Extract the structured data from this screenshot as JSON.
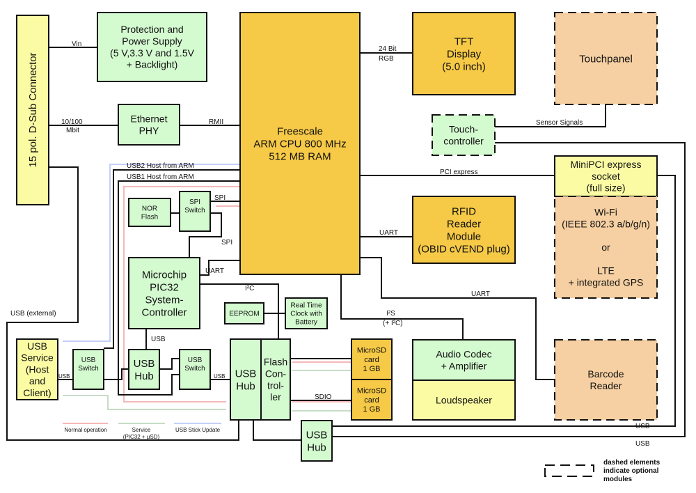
{
  "colors": {
    "cpu": "#f6c946",
    "yellow": "#fbfba4",
    "green": "#d4fad0",
    "peach": "#f6d0a2",
    "normal": "#f6b8b8",
    "service": "#c6dcc6",
    "stick": "#c4cff8"
  },
  "nodes": {
    "dsub": {
      "lines": [
        "15 pol. D-Sub Connector"
      ]
    },
    "power": {
      "lines": [
        "Protection and",
        "Power Supply",
        "(5 V,3.3 V and 1.5V",
        "+ Backlight)"
      ]
    },
    "ethernet": {
      "lines": [
        "Ethernet",
        "PHY"
      ]
    },
    "cpu": {
      "lines": [
        "Freescale",
        "ARM CPU 800 MHz",
        "512 MB RAM"
      ]
    },
    "tft": {
      "lines": [
        "TFT",
        "Display",
        "(5.0 inch)"
      ]
    },
    "touchpanel": {
      "lines": [
        "Touchpanel"
      ]
    },
    "touchctrl": {
      "lines": [
        "Touch-",
        "controller"
      ]
    },
    "minipci": {
      "lines": [
        "MiniPCI express",
        "socket",
        "(full size)"
      ]
    },
    "wifi": {
      "lines": [
        "Wi-Fi",
        "(IEEE 802.3 a/b/g/n)",
        "",
        "or",
        "",
        "LTE",
        "+ integrated GPS"
      ]
    },
    "rfid": {
      "lines": [
        "RFID",
        "Reader",
        "Module",
        "(OBID cVEND plug)"
      ]
    },
    "nor": {
      "lines": [
        "NOR",
        "Flash"
      ]
    },
    "spiswitch": {
      "lines": [
        "SPI",
        "Switch"
      ]
    },
    "pic32": {
      "lines": [
        "Microchip",
        "PIC32",
        "System-",
        "Controller"
      ]
    },
    "eeprom": {
      "lines": [
        "EEPROM"
      ]
    },
    "rtc": {
      "lines": [
        "Real Time",
        "Clock with",
        "Battery"
      ]
    },
    "audio": {
      "lines": [
        "Audio Codec",
        "+ Amplifier"
      ]
    },
    "loudspeaker": {
      "lines": [
        "Loudspeaker"
      ]
    },
    "barcode": {
      "lines": [
        "Barcode",
        "Reader"
      ]
    },
    "usbservice": {
      "lines": [
        "USB",
        "Service",
        "(Host",
        "and",
        "Client)"
      ]
    },
    "usbswitch1": {
      "lines": [
        "USB",
        "Switch"
      ]
    },
    "usbhub1": {
      "lines": [
        "USB",
        "Hub"
      ]
    },
    "usbswitch2": {
      "lines": [
        "USB",
        "Switch"
      ]
    },
    "usbhub2": {
      "lines": [
        "USB",
        "Hub"
      ]
    },
    "flashctrl": {
      "lines": [
        "Flash",
        "Con-",
        "trol-",
        "ler"
      ]
    },
    "sd1": {
      "lines": [
        "MicroSD",
        "card",
        "1 GB"
      ]
    },
    "sd2": {
      "lines": [
        "MicroSD",
        "card",
        "1 GB"
      ]
    },
    "usbhub3": {
      "lines": [
        "USB",
        "Hub"
      ]
    }
  },
  "labels": {
    "vin": "Vin",
    "mbit1": "10/100",
    "mbit2": "Mbit",
    "rmii": "RMII",
    "rgb1": "24 Bit",
    "rgb2": "RGB",
    "sensor": "Sensor Signals",
    "pci": "PCI express",
    "usb2host": "USB2 Host from ARM",
    "usb1host": "USB1 Host from ARM",
    "spi1": "SPI",
    "spi2": "SPI",
    "uart_pic": "UART",
    "i2c": "I²C",
    "uart_rfid": "UART",
    "uart_bar": "UART",
    "i2s1": "I²S",
    "i2s2": "(+ I²C)",
    "usb_ext": "USB (external)",
    "usb_pic": "USB",
    "usb_svc": "USB",
    "usb_sw2": "USB",
    "sdio": "SDIO",
    "usb_r1": "USB",
    "usb_r2": "USB"
  },
  "legend": {
    "normal": "Normal operation",
    "service1": "Service",
    "service2": "(PIC32 + µSD)",
    "stick": "USB Stick Update",
    "dashed": [
      "dashed elements",
      "indicate optional",
      "modules"
    ]
  }
}
